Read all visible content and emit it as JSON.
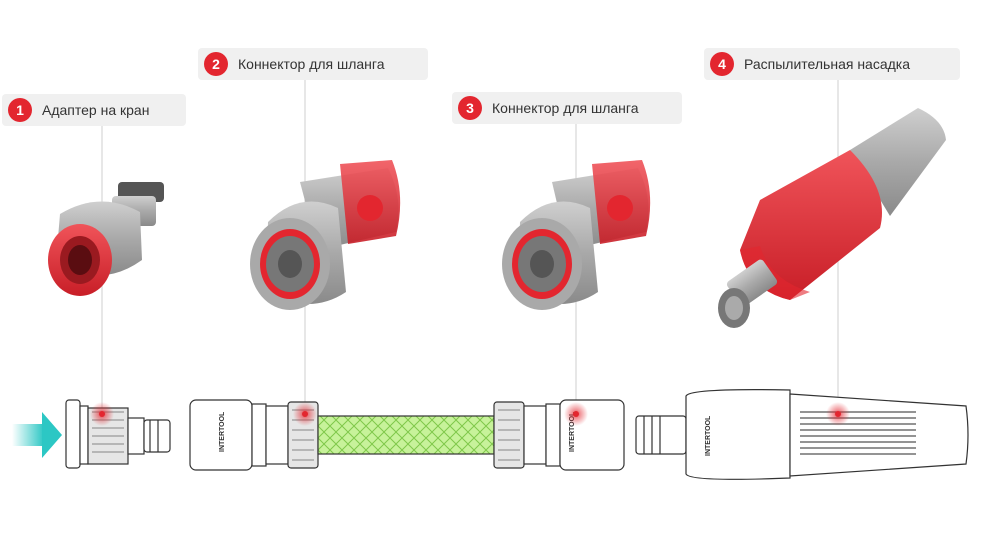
{
  "labels": [
    {
      "number": "1",
      "text": "Адаптер на кран"
    },
    {
      "number": "2",
      "text": "Коннектор для шланга"
    },
    {
      "number": "3",
      "text": "Коннектор для шланга"
    },
    {
      "number": "4",
      "text": "Распылительная насадка"
    }
  ],
  "brand": "INTERTOOL",
  "colors": {
    "accent": "#e3262f",
    "plastic_grey": "#a9a9a9",
    "hose_green": "#c7f29a",
    "flow_arrow": "#2cc7c4",
    "label_bg": "#f0f0f0"
  },
  "icons": [
    "water-flow-arrow-icon",
    "brand-logo-icon"
  ]
}
